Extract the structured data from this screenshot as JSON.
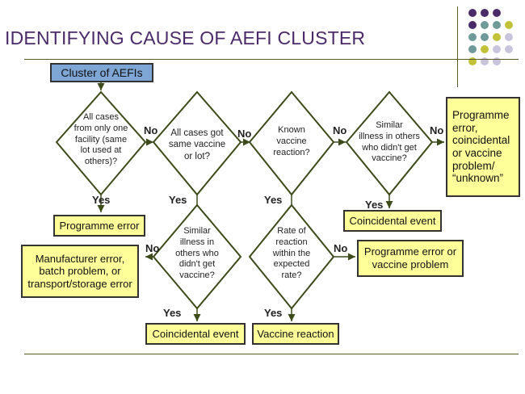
{
  "title": "IDENTIFYING CAUSE OF AEFI CLUSTER",
  "start": "Cluster of AEFIs",
  "questions": {
    "q1": [
      "All cases",
      "from only one",
      "facility (same",
      "lot used at",
      "others)?"
    ],
    "q2": [
      "All cases got",
      "same vaccine",
      "or  lot?"
    ],
    "q3": [
      "Known",
      "vaccine",
      "reaction?"
    ],
    "q4": [
      "Similar",
      "illness in others",
      "who didn't get",
      "vaccine?"
    ],
    "q5": [
      "Similar",
      "illness in",
      "others who",
      "didn't get",
      "vaccine?"
    ],
    "q6": [
      "Rate of",
      "reaction",
      "within the",
      "expected",
      "rate?"
    ]
  },
  "outcomes": {
    "programme_error": "Programme error",
    "coincidental_top": "Coincidental event",
    "final": [
      "Programme",
      "error,",
      "coincidental",
      "or vaccine",
      "problem/",
      "“unknown”"
    ],
    "manufacturer": [
      "Manufacturer error,",
      "batch problem, or",
      "transport/storage error"
    ],
    "programme_or_vaccine": [
      "Programme error or",
      "vaccine problem"
    ],
    "coincidental_bottom": "Coincidental event",
    "vaccine_reaction": "Vaccine reaction"
  },
  "labels": {
    "yes": "Yes",
    "no": "No"
  },
  "colors": {
    "title": "#4b2a6a",
    "outcome_fill": "#ffff99",
    "start_fill": "#7fa7d6",
    "diamond_stroke": "#3d4a1a",
    "dot_purple": "#4b2a6a",
    "dot_teal": "#6f9a9a",
    "dot_olive": "#c2c23a",
    "dot_lavender": "#c8c4dc"
  }
}
